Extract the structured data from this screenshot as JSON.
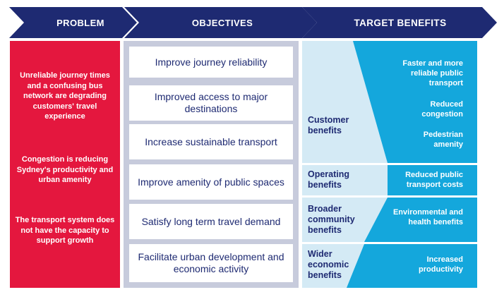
{
  "colors": {
    "header_navy": "#1e2a72",
    "problem_red": "#e4173e",
    "objectives_bg": "#c7cbdc",
    "benefits_light": "#d4eaf5",
    "benefits_cyan": "#14a7dc",
    "benefits_divider": "#ffffff"
  },
  "headers": {
    "problem": "PROBLEM",
    "objectives": "OBJECTIVES",
    "target_benefits": "TARGET BENEFITS"
  },
  "problems": [
    "Unreliable journey times and a confusing bus network are degrading customers' travel experience",
    "Congestion is reducing Sydney's productivity and urban amenity",
    "The transport system does not have the capacity to support growth"
  ],
  "objectives": [
    "Improve journey reliability",
    "Improved access to major destinations",
    "Increase sustainable transport",
    "Improve amenity of public spaces",
    "Satisfy long term travel demand",
    "Facilitate urban development and economic activity"
  ],
  "benefit_groups": [
    {
      "category": "Customer benefits",
      "benefits": [
        "Faster and more reliable public transport",
        "Reduced congestion",
        "Pedestrian amenity"
      ]
    },
    {
      "category": "Operating benefits",
      "benefits": [
        "Reduced public transport costs"
      ]
    },
    {
      "category": "Broader community benefits",
      "benefits": [
        "Environmental and health benefits"
      ]
    },
    {
      "category": "Wider economic benefits",
      "benefits": [
        "Increased productivity"
      ]
    }
  ]
}
